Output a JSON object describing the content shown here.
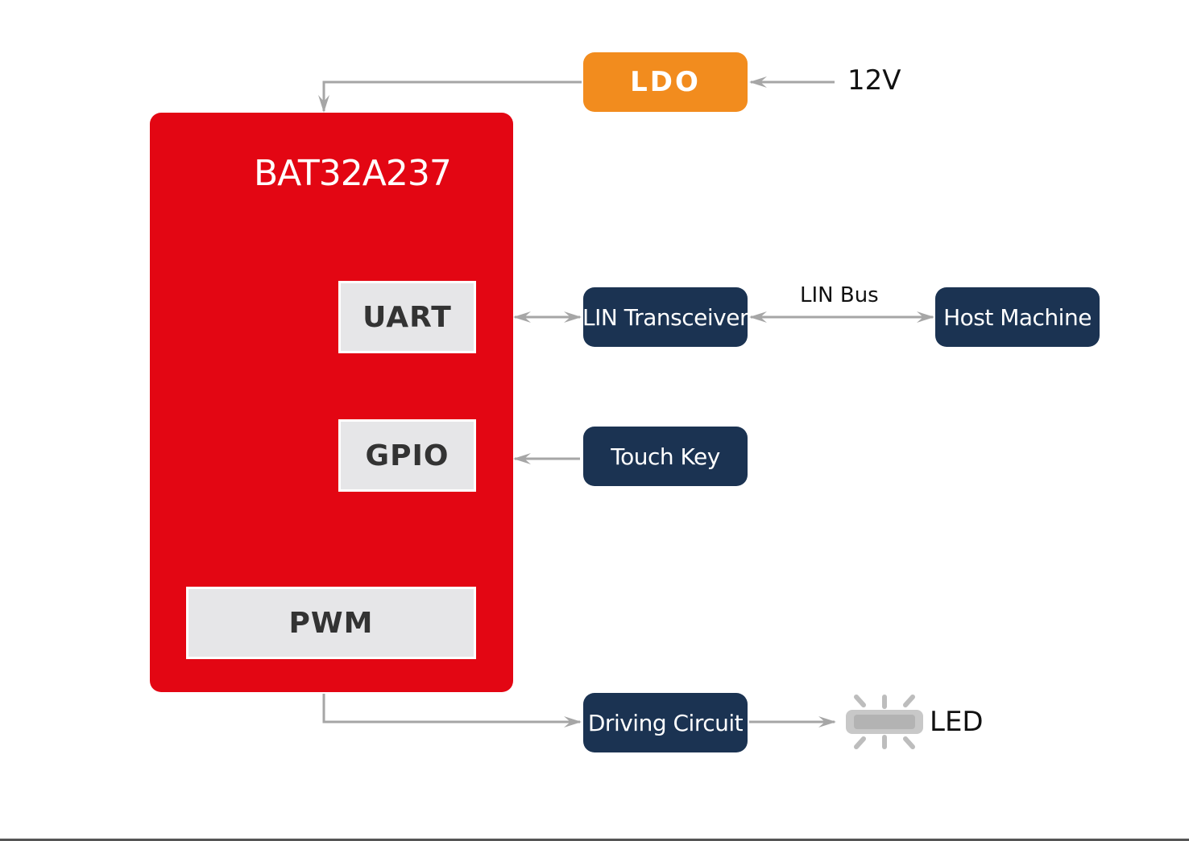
{
  "diagram": {
    "mcu": {
      "title": "BAT32A237"
    },
    "peripherals": {
      "uart": "UART",
      "gpio": "GPIO",
      "pwm": "PWM"
    },
    "power": {
      "ldo": "LDO",
      "input_voltage": "12V"
    },
    "blocks": {
      "lin_transceiver": "LIN Transceiver",
      "host_machine": "Host Machine",
      "touch_key": "Touch Key",
      "driving_circuit": "Driving Circuit"
    },
    "bus_label": "LIN Bus",
    "led_label": "LED",
    "colors": {
      "mcu": "#e30613",
      "ldo": "#f28c1e",
      "navy_block": "#1b3352",
      "peripheral": "#e6e6e8",
      "connector": "#a6a6a6"
    },
    "icons": {
      "led": "led-bulb-icon"
    }
  }
}
